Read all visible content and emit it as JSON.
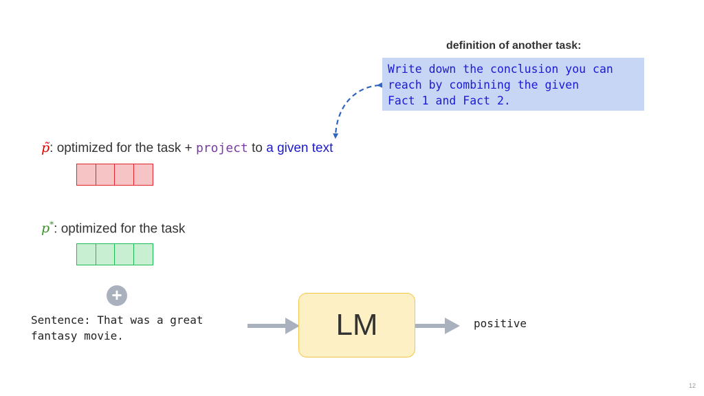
{
  "definition": {
    "heading": "definition of another task:",
    "text": "Write down the conclusion you can\nreach by combining the given\nFact 1 and Fact 2."
  },
  "prompt_tilde": {
    "symbol": "p̃",
    "text_before": ": optimized for the task + ",
    "project_word": "project",
    "text_middle": " to ",
    "given_text": "a given text",
    "cell_count": 4
  },
  "prompt_star": {
    "symbol": "p",
    "superscript": "*",
    "text": ": optimized for the task",
    "cell_count": 4
  },
  "plus_symbol": "+",
  "sentence": "Sentence: That was a great\nfantasy movie.",
  "model": {
    "label": "LM"
  },
  "output": "positive",
  "page_number": "12",
  "colors": {
    "definition_box": "#c8d6f5",
    "definition_text": "#1a1ad6",
    "red_cells": "#f7c4c6",
    "red_border": "#e3222a",
    "green_cells": "#c9efd3",
    "green_border": "#1db954",
    "lm_box": "#fdf0c4",
    "arrow_gray": "#a9b1be",
    "dashed_arrow": "#2e65c2"
  }
}
